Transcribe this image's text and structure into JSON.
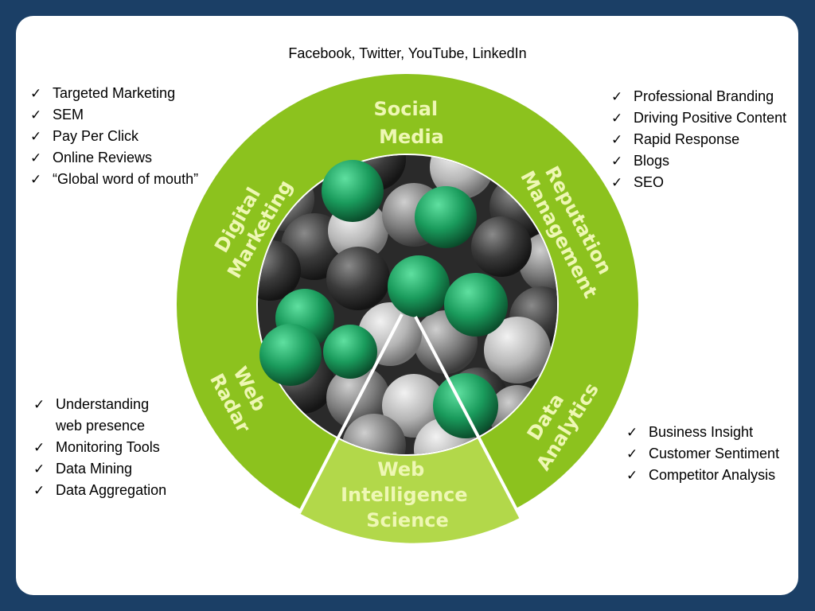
{
  "top_caption": "Facebook, Twitter, YouTube, LinkedIn",
  "segments": {
    "social_media": [
      "Social",
      "Media"
    ],
    "reputation_management": [
      "Reputation",
      "Management"
    ],
    "data_analytics": [
      "Data",
      "Analytics"
    ],
    "web_intelligence_science": [
      "Web",
      "Intelligence",
      "Science"
    ],
    "web_radar": [
      "Web",
      "Radar"
    ],
    "digital_marketing": [
      "Digital",
      "Marketing"
    ]
  },
  "lists": {
    "top_left": [
      "Targeted Marketing",
      "SEM",
      "Pay Per Click",
      "Online Reviews",
      "“Global word of mouth”"
    ],
    "top_right": [
      "Professional Branding",
      "Driving Positive Content",
      "Rapid Response",
      "Blogs",
      "SEO"
    ],
    "bottom_left": [
      "Understanding\nweb presence",
      "Monitoring Tools",
      "Data Mining",
      "Data Aggregation"
    ],
    "bottom_right": [
      "Business Insight",
      "Customer Sentiment",
      "Competitor Analysis"
    ]
  },
  "check_glyph": "✓",
  "colors": {
    "frame": "#1b3f66",
    "ring": "#8cc21e",
    "ring_highlight": "#b2d84a",
    "label": "#eef7b4",
    "green_sphere": "#1a9b5c"
  }
}
